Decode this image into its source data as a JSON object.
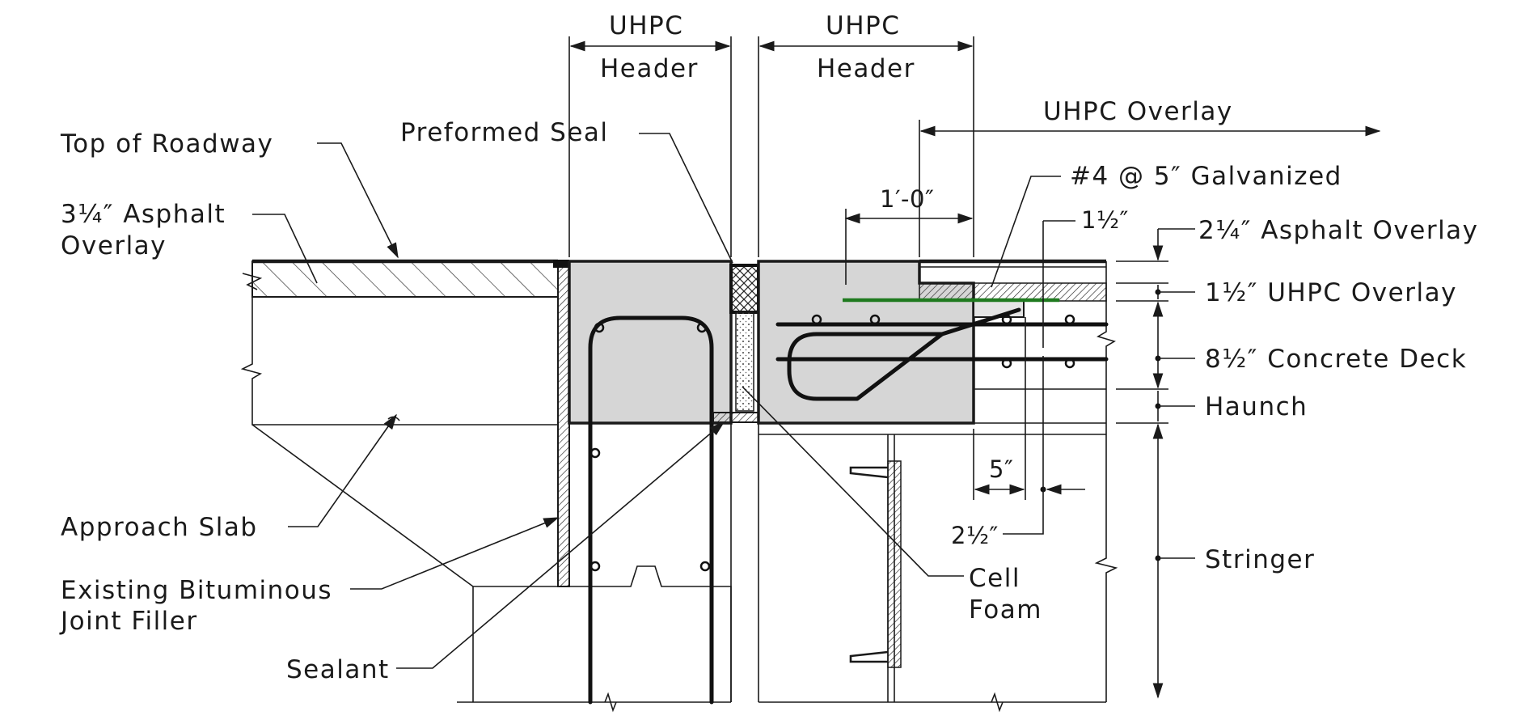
{
  "labels": {
    "uhpc_header_left_1": "UHPC",
    "uhpc_header_left_2": "Header",
    "uhpc_header_right_1": "UHPC",
    "uhpc_header_right_2": "Header",
    "uhpc_overlay_top": "UHPC  Overlay",
    "top_of_roadway": "Top  of  Roadway",
    "preformed_seal": "Preformed  Seal",
    "asphalt_overlay_left_1": "3¼″  Asphalt",
    "asphalt_overlay_left_2": "Overlay",
    "rebar_spec": "#4  @   5″  Galvanized",
    "dim_1_0": "1′-0″",
    "dim_1_half_top": "1½″",
    "asphalt_overlay_right": "2¼″  Asphalt  Overlay",
    "uhpc_overlay_right": "1½″  UHPC   Overlay",
    "concrete_deck": "8½″  Concrete  Deck",
    "haunch": "Haunch",
    "approach_slab": "Approach  Slab",
    "dim_5": "5″",
    "dim_2_half": "2½″",
    "existing_filler_1": "Existing  Bituminous",
    "existing_filler_2": "Joint  Filler",
    "cell_foam_1": "Cell",
    "cell_foam_2": "Foam",
    "sealant": "Sealant",
    "stringer": "Stringer"
  },
  "colors": {
    "concrete_fill": "#d6d6d6",
    "uhpc_overlay_fill": "#d8d8d8",
    "green_bar": "#1f7a1f",
    "line": "#1a1a1a"
  }
}
